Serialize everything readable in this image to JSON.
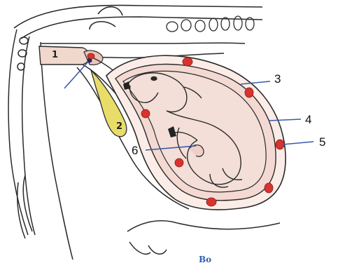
{
  "diagram": {
    "labels": {
      "one": "1",
      "two": "2",
      "three": "3",
      "four": "4",
      "five": "5",
      "six": "6"
    },
    "signature": "Bo",
    "colors": {
      "outline": "#2a2a2a",
      "uterus_fill": "#f3d9d2",
      "cotyledon": "#d8332f",
      "ovary_fill": "#e9c4b8",
      "gland_fill": "#e9dd6a",
      "arrow": "#3a5aa8"
    }
  }
}
